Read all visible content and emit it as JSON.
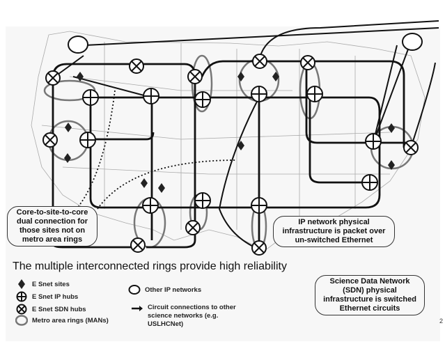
{
  "diagram": {
    "title": "The multiple interconnected rings provide high reliability",
    "callouts": {
      "core_to_site": "Core-to-site-to-core dual connection for those sites not on metro area rings",
      "ip_network": "IP network physical infrastructure is packet over un-switched Ethernet",
      "sdn": "Science Data Network (SDN) physical infrastructure is switched Ethernet circuits"
    },
    "legend": [
      {
        "icon": "diamond-icon",
        "label": "E Snet sites"
      },
      {
        "icon": "circle-plus-icon",
        "label": "E Snet IP hubs"
      },
      {
        "icon": "circle-x-icon",
        "label": "E Snet SDN hubs"
      },
      {
        "icon": "ring-icon",
        "label": "Metro area rings (MANs)"
      },
      {
        "icon": "cloud-icon",
        "label": "Other IP networks"
      },
      {
        "icon": "arrow-icon",
        "label": "Circuit connections to other science networks (e.g. USLHCNet)"
      }
    ],
    "page_number": "2"
  }
}
